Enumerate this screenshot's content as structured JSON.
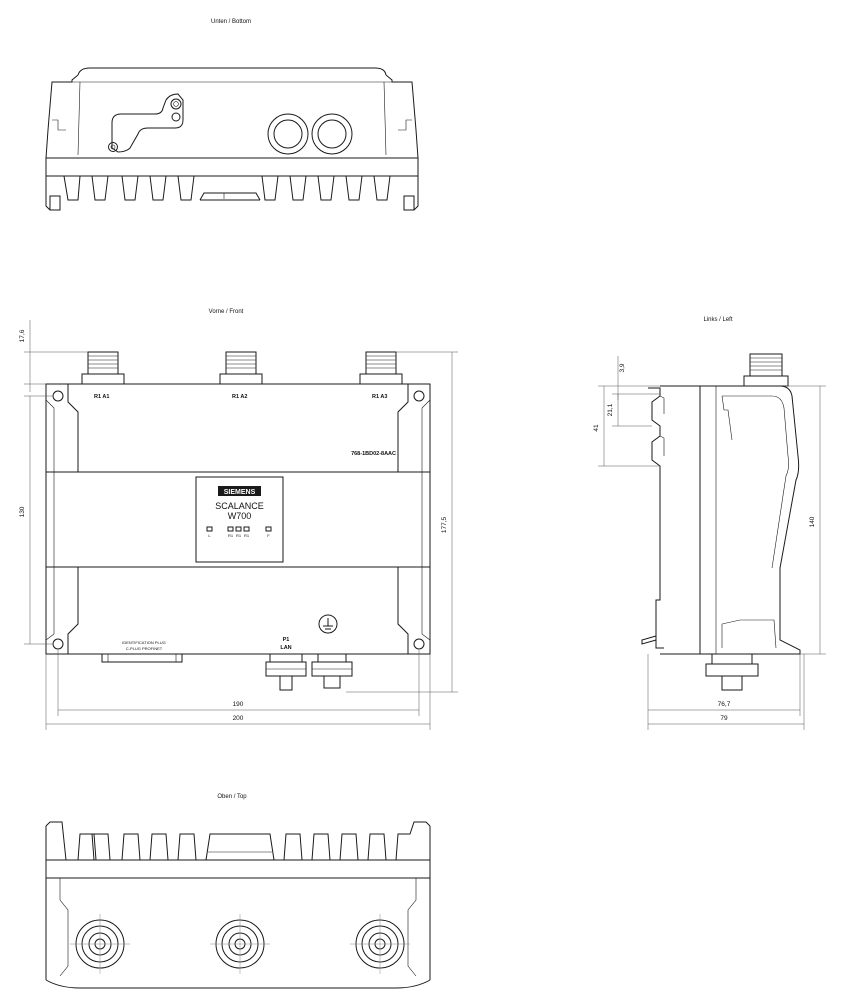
{
  "views": {
    "bottom": {
      "title": "Unten / Bottom"
    },
    "front": {
      "title": "Vorne / Front"
    },
    "left": {
      "title": "Links / Left"
    },
    "top": {
      "title": "Oben / Top"
    }
  },
  "labels": {
    "ant_a1": "R1 A1",
    "ant_a2": "R1 A2",
    "ant_a3": "R1 A3",
    "order_no": "768-1BD02-8AAC",
    "brand": "SIEMENS",
    "product": "SCALANCE",
    "model": "W700",
    "port_name": "P1",
    "port_type": "LAN",
    "plug_text_1": "IDENTIFICATION PLUG",
    "plug_text_2": "C-PLUG  PROFINET",
    "led_labels": [
      "L",
      "R1",
      "R1",
      "R1",
      "F"
    ]
  },
  "dimensions": {
    "d17_6": "17,6",
    "d130": "130",
    "d177_5": "177,5",
    "d190": "190",
    "d200": "200",
    "d3_9": "3,9",
    "d21_1": "21,1",
    "d41": "41",
    "d140": "140",
    "d76_7": "76,7",
    "d79": "79"
  }
}
